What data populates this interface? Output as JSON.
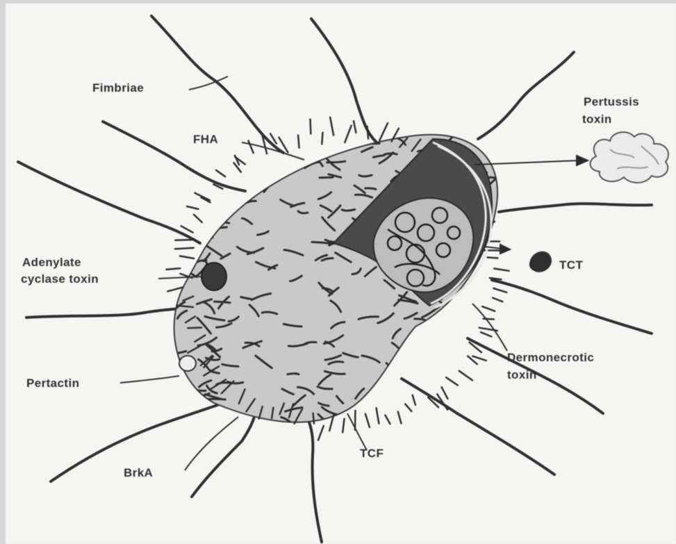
{
  "labels": {
    "fimbriae": "Fimbriae",
    "fha": "FHA",
    "pertussis_toxin_line1": "Pertussis",
    "pertussis_toxin_line2": "toxin",
    "adenylate_line1": "Adenylate",
    "adenylate_line2": "cyclase toxin",
    "tct": "TCT",
    "pertactin": "Pertactin",
    "dermonecrotic_line1": "Dermonecrotic",
    "dermonecrotic_line2": "toxin",
    "brka": "BrkA",
    "tcf": "TCF"
  },
  "colors": {
    "background": "#f5f5f3",
    "frame": "#d6d6d6",
    "ink": "#303030",
    "cell_fill": "#c9c9c9",
    "cutaway_fill": "#4a4a4a"
  }
}
